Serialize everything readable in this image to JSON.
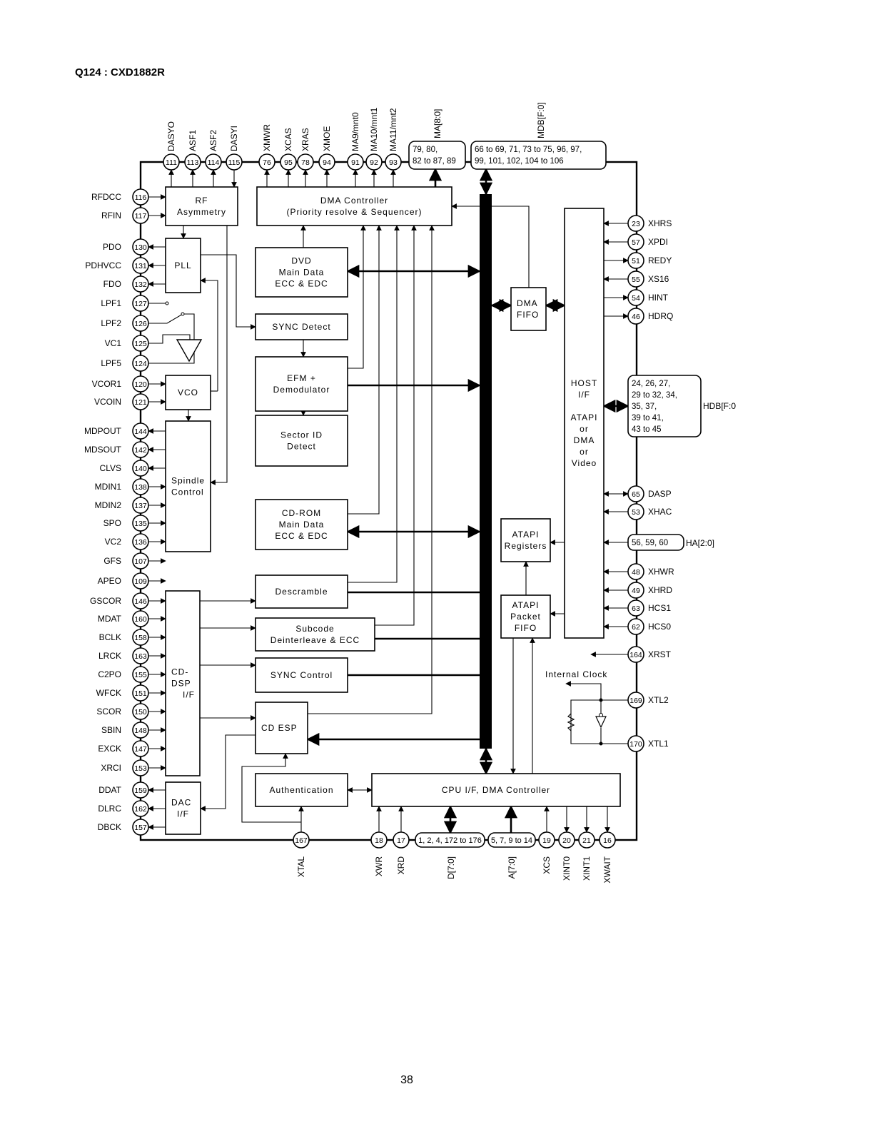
{
  "title": "Q124 : CXD1882R",
  "page_number": "38",
  "blocks": {
    "rf": [
      "RF",
      "Asymmetry"
    ],
    "pll": [
      "PLL"
    ],
    "vco": [
      "VCO"
    ],
    "spindle": [
      "Spindle",
      "Control"
    ],
    "cddsp": [
      "CD-",
      "DSP",
      "I/F"
    ],
    "dac": [
      "DAC",
      "I/F"
    ],
    "dmactl": [
      "DMA Controller",
      "(Priority resolve & Sequencer)"
    ],
    "dvd": [
      "DVD",
      "Main Data",
      "ECC & EDC"
    ],
    "sync": [
      "SYNC Detect"
    ],
    "efm": [
      "EFM +",
      "Demodulator"
    ],
    "sector": [
      "Sector ID",
      "Detect"
    ],
    "cdrom": [
      "CD-ROM",
      "Main Data",
      "ECC & EDC"
    ],
    "descr": [
      "Descramble"
    ],
    "subcode": [
      "Subcode",
      "Deinterleave & ECC"
    ],
    "syncctl": [
      "SYNC Control"
    ],
    "cdesp": [
      "CD ESP"
    ],
    "auth": [
      "Authentication"
    ],
    "cpu": [
      "CPU I/F, DMA Controller"
    ],
    "dmafifo": [
      "DMA",
      "FIFO"
    ],
    "atapireg": [
      "ATAPI",
      "Registers"
    ],
    "atapipkt": [
      "ATAPI",
      "Packet",
      "FIFO"
    ],
    "host": [
      "HOST",
      "I/F",
      "",
      "ATAPI",
      "or",
      "DMA",
      "or",
      "Video"
    ]
  },
  "top_pins": [
    {
      "num": "111",
      "label": "DASYO"
    },
    {
      "num": "113",
      "label": "ASF1"
    },
    {
      "num": "114",
      "label": "ASF2"
    },
    {
      "num": "115",
      "label": "DASYI"
    },
    {
      "num": "76",
      "label": "XMWR"
    },
    {
      "num": "95",
      "label": "XCAS"
    },
    {
      "num": "78",
      "label": "XRAS"
    },
    {
      "num": "94",
      "label": "XMOE"
    },
    {
      "num": "91",
      "label": "MA9/mnt0"
    },
    {
      "num": "92",
      "label": "MA10/mnt1"
    },
    {
      "num": "93",
      "label": "MA11/mnt2"
    }
  ],
  "top_groups": {
    "ma": {
      "label": "MA[8:0]",
      "pins": [
        "79, 80,",
        "82 to 87, 89"
      ]
    },
    "mdb": {
      "label": "MDB[F:0]",
      "pins": [
        "66 to 69, 71, 73 to 75, 96, 97,",
        "99, 101, 102, 104 to 106"
      ]
    }
  },
  "left_pins": [
    {
      "num": "116",
      "label": "RFDCC"
    },
    {
      "num": "117",
      "label": "RFIN"
    },
    {
      "num": "130",
      "label": "PDO"
    },
    {
      "num": "131",
      "label": "PDHVCC"
    },
    {
      "num": "132",
      "label": "FDO"
    },
    {
      "num": "127",
      "label": "LPF1"
    },
    {
      "num": "126",
      "label": "LPF2"
    },
    {
      "num": "125",
      "label": "VC1"
    },
    {
      "num": "124",
      "label": "LPF5"
    },
    {
      "num": "120",
      "label": "VCOR1"
    },
    {
      "num": "121",
      "label": "VCOIN"
    },
    {
      "num": "144",
      "label": "MDPOUT"
    },
    {
      "num": "142",
      "label": "MDSOUT"
    },
    {
      "num": "140",
      "label": "CLVS"
    },
    {
      "num": "138",
      "label": "MDIN1"
    },
    {
      "num": "137",
      "label": "MDIN2"
    },
    {
      "num": "135",
      "label": "SPO"
    },
    {
      "num": "136",
      "label": "VC2"
    },
    {
      "num": "107",
      "label": "GFS"
    },
    {
      "num": "109",
      "label": "APEO"
    },
    {
      "num": "146",
      "label": "GSCOR"
    },
    {
      "num": "160",
      "label": "MDAT"
    },
    {
      "num": "158",
      "label": "BCLK"
    },
    {
      "num": "163",
      "label": "LRCK"
    },
    {
      "num": "155",
      "label": "C2PO"
    },
    {
      "num": "151",
      "label": "WFCK"
    },
    {
      "num": "150",
      "label": "SCOR"
    },
    {
      "num": "148",
      "label": "SBIN"
    },
    {
      "num": "147",
      "label": "EXCK"
    },
    {
      "num": "153",
      "label": "XRCI"
    },
    {
      "num": "159",
      "label": "DDAT"
    },
    {
      "num": "162",
      "label": "DLRC"
    },
    {
      "num": "157",
      "label": "DBCK"
    }
  ],
  "right_pins": [
    {
      "num": "23",
      "label": "XHRS"
    },
    {
      "num": "57",
      "label": "XPDI"
    },
    {
      "num": "51",
      "label": "REDY"
    },
    {
      "num": "55",
      "label": "XS16"
    },
    {
      "num": "54",
      "label": "HINT"
    },
    {
      "num": "46",
      "label": "HDRQ"
    },
    {
      "num": "65",
      "label": "DASP"
    },
    {
      "num": "53",
      "label": "XHAC"
    },
    {
      "num": "48",
      "label": "XHWR"
    },
    {
      "num": "49",
      "label": "XHRD"
    },
    {
      "num": "63",
      "label": "HCS1"
    },
    {
      "num": "62",
      "label": "HCS0"
    },
    {
      "num": "164",
      "label": "XRST"
    },
    {
      "num": "169",
      "label": "XTL2"
    },
    {
      "num": "170",
      "label": "XTL1"
    }
  ],
  "right_groups": {
    "hdb": {
      "label": "HDB[F:0",
      "pins": [
        "24, 26, 27,",
        "29 to 32, 34,",
        "35, 37,",
        "39 to 41,",
        "43 to 45"
      ]
    },
    "ha": {
      "label": "HA[2:0]",
      "pins": [
        "56, 59, 60"
      ]
    }
  },
  "bottom_pins": [
    {
      "num": "167",
      "label": "XTAL"
    },
    {
      "num": "18",
      "label": "XWR"
    },
    {
      "num": "17",
      "label": "XRD"
    },
    {
      "num": "19",
      "label": "XCS"
    },
    {
      "num": "20",
      "label": "XINT0"
    },
    {
      "num": "21",
      "label": "XINT1"
    },
    {
      "num": "16",
      "label": "XWAIT"
    }
  ],
  "bottom_groups": {
    "d": {
      "label": "D[7:0]",
      "pins": [
        "1, 2, 4, 172 to 176"
      ]
    },
    "a": {
      "label": "A[7:0]",
      "pins": [
        "5, 7, 9 to 14"
      ]
    }
  },
  "internal_clock_label": "Internal Clock"
}
